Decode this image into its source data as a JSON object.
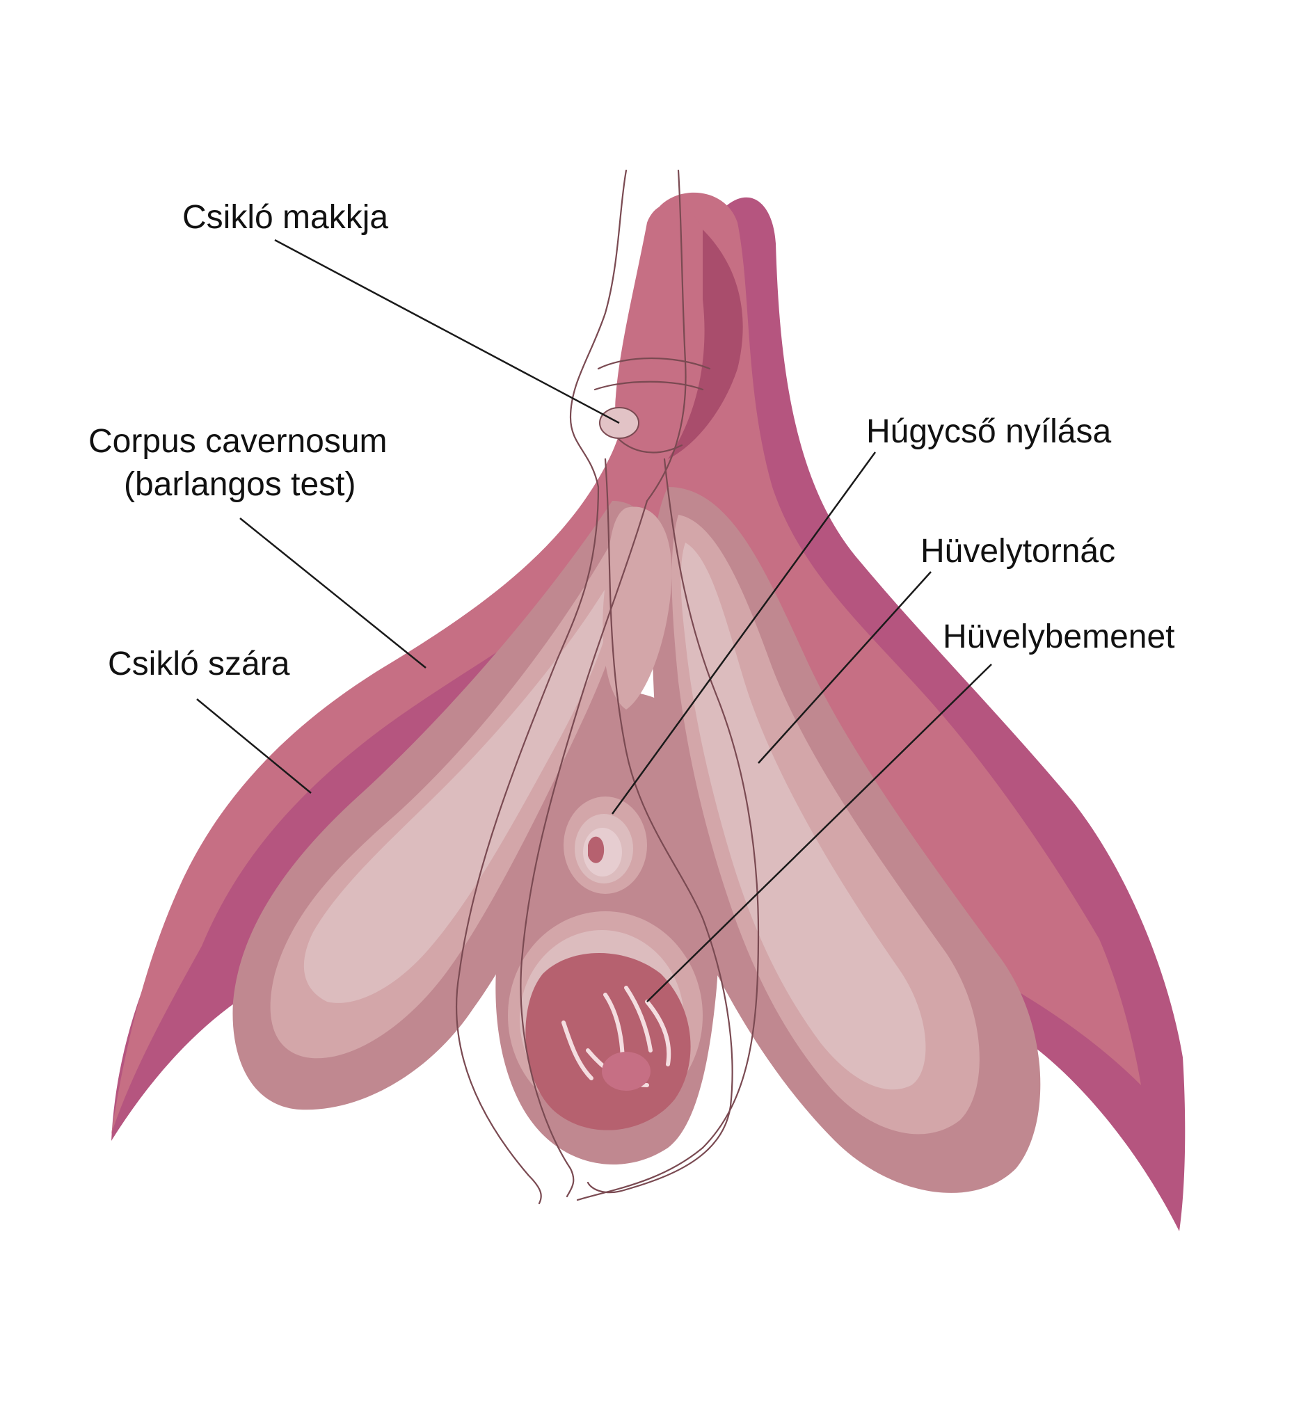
{
  "labels": {
    "glans": "Csikló makkja",
    "corpus_line1": "Corpus cavernosum",
    "corpus_line2": "(barlangos test)",
    "crus": "Csikló szára",
    "urethral_opening": "Húgycső nyílása",
    "vestibule": "Hüvelytornác",
    "vaginal_opening": "Hüvelybemenet"
  },
  "colors": {
    "background": "#ffffff",
    "outer_dark": "#b5557f",
    "outer_mid": "#c66f84",
    "bulb_mid": "#c08890",
    "bulb_light": "#d3a6a9",
    "bulb_lightest": "#dcbcbe",
    "vaginal_opening": "#b6616f",
    "text": "#111111"
  }
}
